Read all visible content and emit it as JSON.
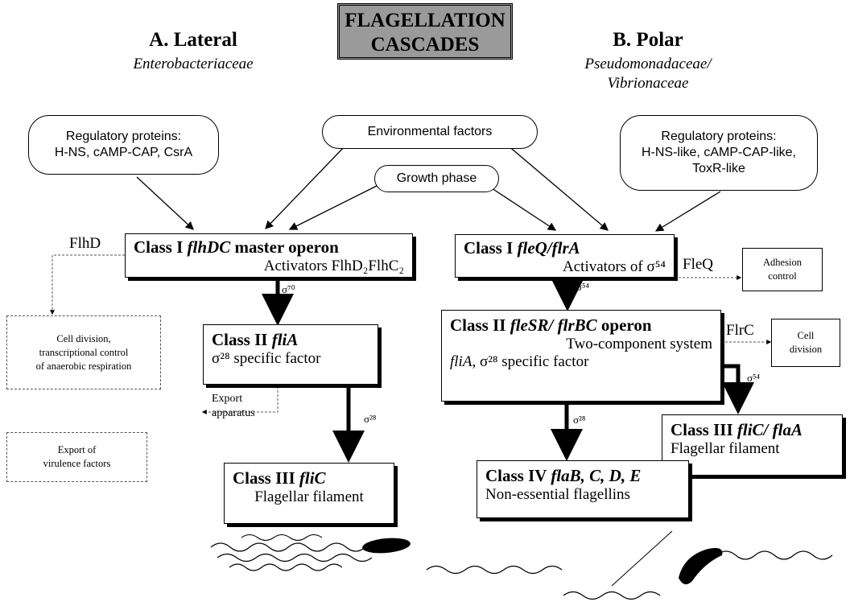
{
  "title": {
    "line1": "FLAGELLATION",
    "line2": "CASCADES"
  },
  "lateral": {
    "heading": "A. Lateral",
    "family": "Enterobacteriaceae"
  },
  "polar": {
    "heading": "B. Polar",
    "family_line1": "Pseudomonadaceae/",
    "family_line2": "Vibrionaceae"
  },
  "factors": {
    "environmental": "Environmental factors",
    "growth": "Growth phase",
    "reg_lateral_line1": "Regulatory proteins:",
    "reg_lateral_line2": "H-NS, cAMP-CAP, CsrA",
    "reg_polar_line1": "Regulatory proteins:",
    "reg_polar_line2": "H-NS-like, cAMP-CAP-like,",
    "reg_polar_line3": "ToxR-like"
  },
  "lateral_cascade": {
    "class1_prefix": "Class I ",
    "class1_gene": "flhDC",
    "class1_suffix": " master operon",
    "class1_sub": "Activators FlhD₂FlhC₂",
    "flhd_label": "FlhD",
    "side1_line1": "Cell division,",
    "side1_line2": "transcriptional control",
    "side1_line3": "of anaerobic respiration",
    "sigma1": "σ⁷⁰",
    "class2_prefix": "Class II ",
    "class2_gene": "fliA",
    "class2_sub": "σ²⁸ specific factor",
    "export_label_line1": "Export",
    "export_label_line2": "apparatus",
    "side2_line1": "Export of",
    "side2_line2": "virulence factors",
    "sigma2": "σ²⁸",
    "class3_prefix": "Class III ",
    "class3_gene": "fliC",
    "class3_sub": "Flagellar filament"
  },
  "polar_cascade": {
    "class1_prefix": "Class I ",
    "class1_gene": "fleQ/flrA",
    "class1_sub": "Activators of σ⁵⁴",
    "fleq_label": "FleQ",
    "adhesion_line1": "Adhesion",
    "adhesion_line2": "control",
    "sigma1": "σ⁵⁴",
    "class2_prefix": "Class II ",
    "class2_gene": "fleSR/ flrBC",
    "class2_suffix": " operon",
    "class2_sub1": "Two-component system",
    "class2_sub2_gene": "fliA",
    "class2_sub2_rest": ", σ²⁸ specific factor",
    "flrc_label": "FlrC",
    "celldiv_line1": "Cell",
    "celldiv_line2": "division",
    "sigma_side": "σ⁵⁴",
    "class3_prefix": "Class III ",
    "class3_gene": "fliC/ flaA",
    "class3_sub": "Flagellar filament",
    "sigma2": "σ²⁸",
    "class4_prefix": "Class IV ",
    "class4_gene": "flaB, C, D, E",
    "class4_sub": "Non-essential flagellins"
  }
}
